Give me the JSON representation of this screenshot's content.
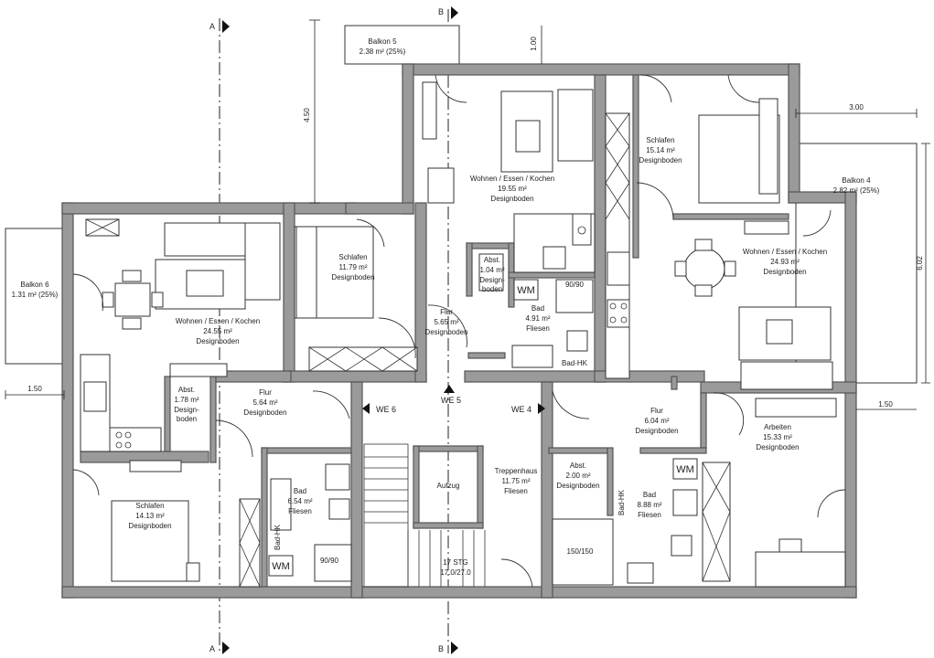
{
  "axes": [
    "A",
    "B"
  ],
  "rooms": {
    "balkon5": [
      "Balkon 5",
      "2.38 m² (25%)"
    ],
    "balkon4": [
      "Balkon 4",
      "2.82 m² (25%)"
    ],
    "balkon6": [
      "Balkon 6",
      "1.31 m² (25%)"
    ],
    "wek_top": [
      "Wohnen / Essen / Kochen",
      "19.55 m²",
      "Designboden"
    ],
    "wek_left": [
      "Wohnen / Essen / Kochen",
      "24.55 m²",
      "Designboden"
    ],
    "wek_right": [
      "Wohnen / Essen / Kochen",
      "24.93 m²",
      "Designboden"
    ],
    "schlafen_top": [
      "Schlafen",
      "15.14 m²",
      "Designboden"
    ],
    "schlafen_mid": [
      "Schlafen",
      "11.79 m²",
      "Designboden"
    ],
    "schlafen_bl": [
      "Schlafen",
      "14.13 m²",
      "Designboden"
    ],
    "abst_top": [
      "Abst.",
      "1.04 m²",
      "Design-",
      "boden"
    ],
    "abst_left": [
      "Abst.",
      "1.78 m²",
      "Design-",
      "boden"
    ],
    "abst_right": [
      "Abst.",
      "2.00 m²",
      "Designboden"
    ],
    "flur_top": [
      "Flur",
      "5.65 m²",
      "Designboden"
    ],
    "flur_left": [
      "Flur",
      "5.64 m²",
      "Designboden"
    ],
    "flur_right": [
      "Flur",
      "6.04 m²",
      "Designboden"
    ],
    "bad_top": [
      "Bad",
      "4.91 m²",
      "Fliesen"
    ],
    "bad_left": [
      "Bad",
      "6.54 m²",
      "Fliesen"
    ],
    "bad_right": [
      "Bad",
      "8.88 m²",
      "Fliesen"
    ],
    "arbeiten": [
      "Arbeiten",
      "15.33 m²",
      "Designboden"
    ],
    "treppenhaus": [
      "Treppenhaus",
      "11.75 m²",
      "Fliesen"
    ],
    "aufzug": [
      "Aufzug"
    ],
    "stg": [
      "17 STG",
      "17.0/27.0"
    ]
  },
  "units": {
    "we6": "WE 6",
    "we5": "WE 5",
    "we4": "WE 4"
  },
  "fixtures": {
    "wm": "WM",
    "badhk": "Bad-HK",
    "shower_9090": "90/90",
    "shower_150150": "150/150"
  },
  "dimensions": {
    "d100": "1.00",
    "d450": "4.50",
    "d300": "3.00",
    "d602": "6.02",
    "d150": "1.50"
  }
}
